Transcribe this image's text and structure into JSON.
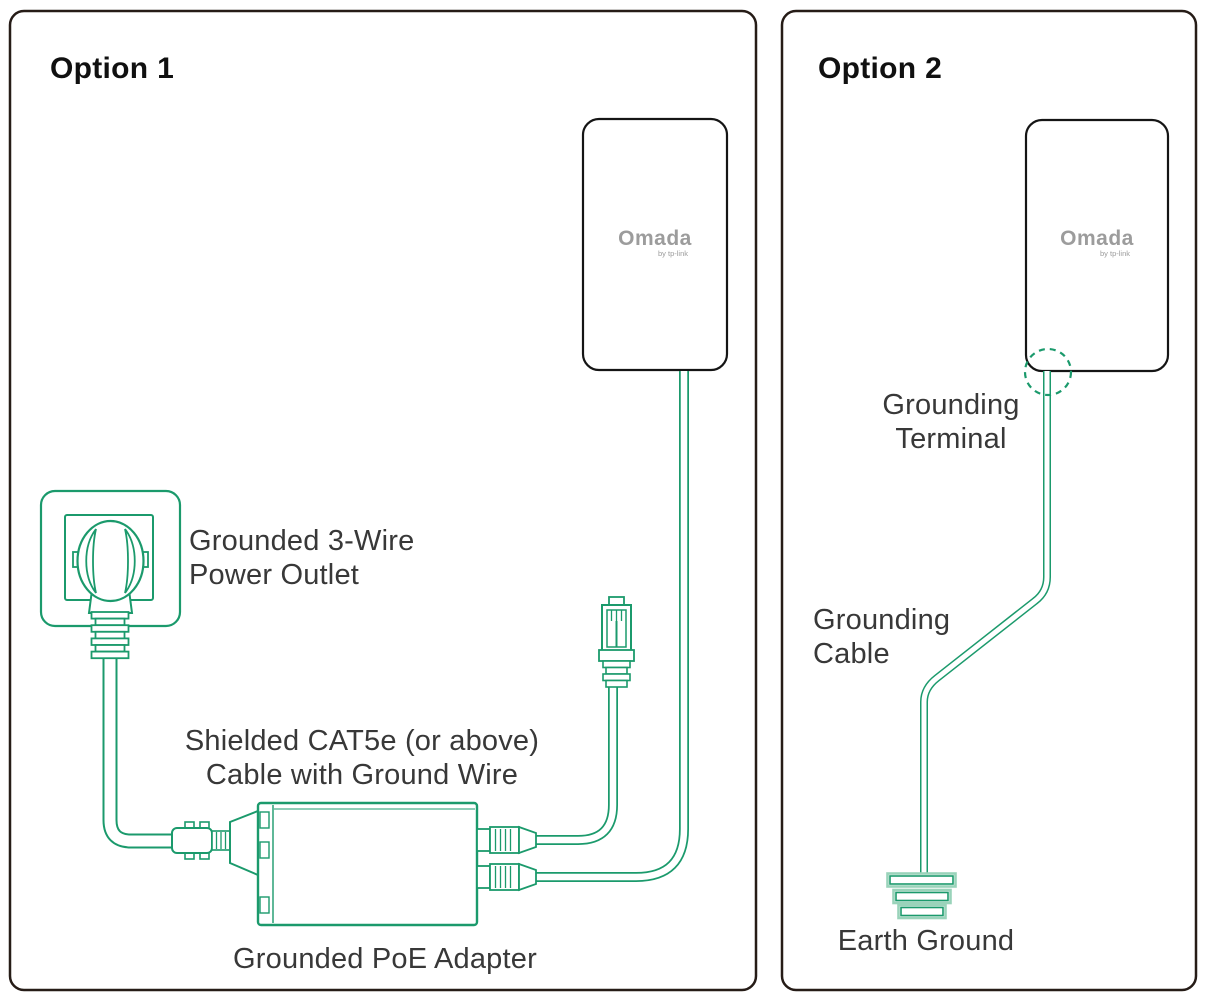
{
  "panels": {
    "option1": {
      "title": "Option 1",
      "labels": {
        "outlet_line1": "Grounded 3-Wire",
        "outlet_line2": "Power Outlet",
        "cable_line1": "Shielded CAT5e (or above)",
        "cable_line2": "Cable with Ground Wire",
        "adapter": "Grounded PoE Adapter"
      }
    },
    "option2": {
      "title": "Option 2",
      "labels": {
        "terminal_line1": "Grounding",
        "terminal_line2": "Terminal",
        "cable_line1": "Grounding",
        "cable_line2": "Cable",
        "earth": "Earth Ground"
      }
    }
  },
  "device": {
    "logo": "Omada",
    "logo_sub": "by tp-link"
  },
  "colors": {
    "diagram_green": "#1B9A6C",
    "diagram_green_light": "#9AD3BA",
    "panel_border": "#261C17",
    "device_border": "#151515",
    "label_text": "#383838",
    "logo_gray": "#9C9C9C"
  }
}
